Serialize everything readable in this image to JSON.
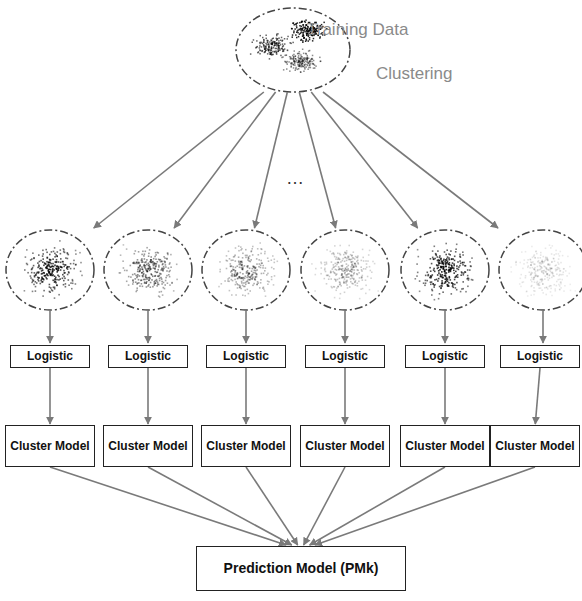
{
  "diagram": {
    "nodes": [
      {
        "text": [
          "Logistic"
        ]
      },
      {
        "text": [
          "Logistic"
        ]
      },
      {
        "text": [
          "Logistic"
        ]
      },
      {
        "text": [
          "Logistic"
        ]
      },
      {
        "text": [
          "Logistic"
        ]
      },
      {
        "text": [
          "Logistic"
        ]
      },
      {
        "text": [
          "Cluster Model"
        ]
      },
      {
        "text": [
          "Cluster Model"
        ]
      },
      {
        "text": [
          "Cluster Model"
        ]
      },
      {
        "text": [
          "Cluster Model"
        ]
      },
      {
        "text": [
          "Cluster Model"
        ]
      },
      {
        "text": [
          "Cluster Model"
        ]
      },
      {
        "text": [
          "Prediction Model (PMk)"
        ]
      }
    ],
    "edges": [
      {
        "from": 0,
        "to": 6,
        "arrow": "to"
      },
      {
        "from": 1,
        "to": 7,
        "arrow": "to"
      },
      {
        "from": 2,
        "to": 8,
        "arrow": "to"
      },
      {
        "from": 3,
        "to": 9,
        "arrow": "to"
      },
      {
        "from": 4,
        "to": 10,
        "arrow": "to"
      },
      {
        "from": 5,
        "to": 11,
        "arrow": "to"
      },
      {
        "from": 6,
        "to": 12,
        "arrow": "to"
      },
      {
        "from": 7,
        "to": 12,
        "arrow": "to"
      },
      {
        "from": 8,
        "to": 12,
        "arrow": "to"
      },
      {
        "from": 9,
        "to": 12,
        "arrow": "to"
      },
      {
        "from": 10,
        "to": 12,
        "arrow": "to"
      },
      {
        "from": 11,
        "to": 12,
        "arrow": "to"
      }
    ],
    "labels": [
      "Training Data",
      "Clustering",
      "…"
    ]
  }
}
